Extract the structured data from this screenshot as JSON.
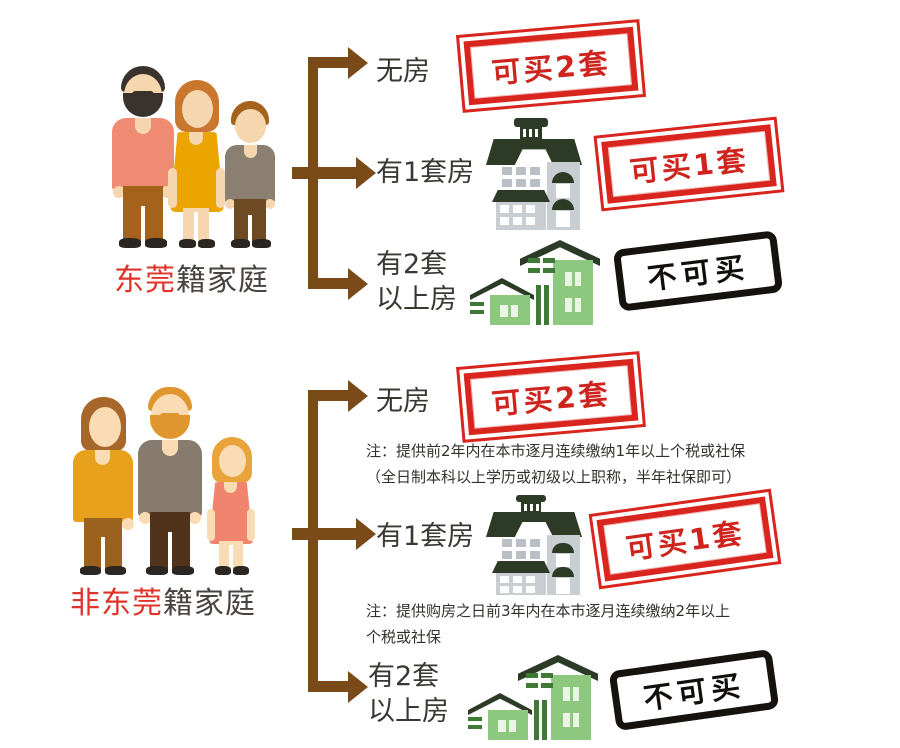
{
  "infographic": {
    "title_visible": false,
    "colors": {
      "arrow_brown": "#7a4a18",
      "label_red": "#e0342b",
      "label_dark": "#4a4440",
      "stamp_red": "#d8261f",
      "stamp_black": "#16130f",
      "house_green": "#8cc97f",
      "house_roof_dark": "#2c3a26",
      "house_gray": "#c9ced2"
    }
  },
  "sections": [
    {
      "id": "dongguan",
      "category_label_red": "东莞",
      "category_label_dark": "籍家庭",
      "family_icon": "family-father-mother-son-icon",
      "rows": [
        {
          "id": "no-house",
          "label": "无房",
          "house_icon": "none",
          "stamp": {
            "text": "可买2套",
            "style": "red"
          },
          "note": ""
        },
        {
          "id": "one-house",
          "label": "有1套房",
          "house_icon": "gray-building-icon",
          "stamp": {
            "text": "可买1套",
            "style": "red"
          },
          "note": ""
        },
        {
          "id": "two-or-more",
          "label": "有2套\n以上房",
          "house_icon": "green-houses-icon",
          "stamp": {
            "text": "不可买",
            "style": "black"
          },
          "note": ""
        }
      ]
    },
    {
      "id": "non-dongguan",
      "category_label_red": "非东莞",
      "category_label_dark": "籍家庭",
      "family_icon": "family-mother-father-daughter-icon",
      "rows": [
        {
          "id": "no-house",
          "label": "无房",
          "house_icon": "none",
          "stamp": {
            "text": "可买2套",
            "style": "red"
          },
          "note": "注：提供前2年内在本市逐月连续缴纳1年以上个税或社保\n      （全日制本科以上学历或初级以上职称，半年社保即可）"
        },
        {
          "id": "one-house",
          "label": "有1套房",
          "house_icon": "gray-building-icon",
          "stamp": {
            "text": "可买1套",
            "style": "red"
          },
          "note": "注：提供购房之日前3年内在本市逐月连续缴纳2年以上\n      个税或社保"
        },
        {
          "id": "two-or-more",
          "label": "有2套\n以上房",
          "house_icon": "green-houses-icon",
          "stamp": {
            "text": "不可买",
            "style": "black"
          },
          "note": ""
        }
      ]
    }
  ]
}
